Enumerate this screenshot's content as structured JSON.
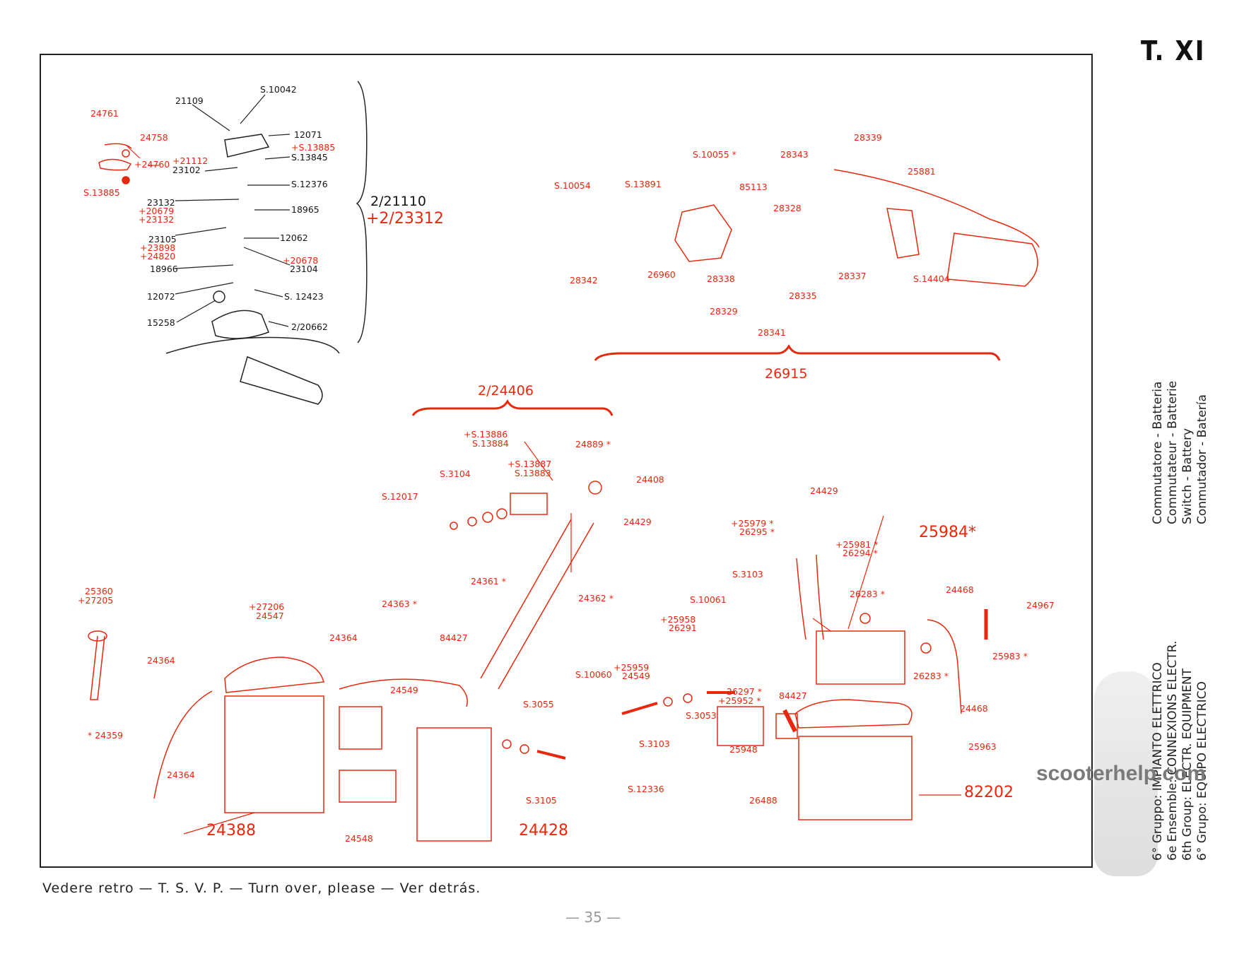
{
  "page_code": "T. XI",
  "footer": "Vedere retro — T. S. V. P. — Turn over, please — Ver detrás.",
  "page_number": "— 35 —",
  "watermark": "scooterhelp.com",
  "group_titles": [
    "6° Gruppo: IMPIANTO ELETTRICO",
    "6e Ensemble: CONNEXIONS ELECTR.",
    "6th Group: ELECTR. EQUIPMENT",
    "6° Grupo: EQUIPO ELECTRICO"
  ],
  "sub_titles": [
    "Commutatore - Batteria",
    "Commutateur - Batterie",
    "Switch - Battery",
    "Conmutador - Batería"
  ],
  "colors": {
    "red": "#e8280c",
    "black": "#151515"
  },
  "assemblies": {
    "switch_old_group": {
      "label": "2/21110",
      "alt": "+2/23312"
    },
    "switch_new_group": {
      "label": "26915"
    },
    "terminal_block_group": {
      "label": "2/24406"
    },
    "main_units": [
      "24388",
      "24428",
      "82202",
      "25984*"
    ]
  },
  "labels": {
    "a1": "21109",
    "a2": "S.10042",
    "a3": "12071",
    "a4": "+S.13885",
    "a5": "S.13845",
    "a6": "23102",
    "a7": "+21112",
    "a8": "S.12376",
    "a9": "23132",
    "a10": "+20679",
    "a11": "+23132",
    "a12": "18965",
    "a13": "23105",
    "a14": "+23898",
    "a15": "+24820",
    "a16": "12062",
    "a17": "+20678",
    "a18": "23104",
    "a19": "18966",
    "a20": "12072",
    "a21": "S. 12423",
    "a22": "15258",
    "a23": "2/20662",
    "r1": "24761",
    "r2": "24758",
    "r3": "+24760",
    "r4": "S.13885",
    "b1": "S.10054",
    "b2": "S.13891",
    "b3": "S.10055 *",
    "b4": "85113",
    "b5": "28343",
    "b6": "28339",
    "b7": "25881",
    "b8": "28328",
    "b9": "26960",
    "b10": "28342",
    "b11": "28338",
    "b12": "28335",
    "b13": "28337",
    "b14": "S.14404",
    "b15": "28329",
    "b16": "28341",
    "c1": "+S.13886",
    "c2": "S.13884",
    "c3": "+S.13887",
    "c4": "S.13883",
    "c5": "24889 *",
    "c6": "S.3104",
    "c7": "S.12017",
    "c8": "24408",
    "c9": "24429",
    "d1": "25360",
    "d2": "+27205",
    "d3": "+27206",
    "d4": "24547",
    "d5": "24364",
    "d6": "24363 *",
    "d7": "24364",
    "d8": "* 24359",
    "d9": "24364",
    "d10": "24549",
    "d11": "84427",
    "d12": "24361 *",
    "d13": "24362 *",
    "d14": "S.3055",
    "d15": "S.3105",
    "d16": "S.12336",
    "d17": "24548",
    "e1": "24429",
    "e2": "+25979 *",
    "e3": "26295 *",
    "e4": "+25981 *",
    "e5": "26294 *",
    "e6": "S.3103",
    "e7": "S.10061",
    "e8": "26283 *",
    "e9": "24468",
    "e10": "24967",
    "e11": "+25958",
    "e12": "26291",
    "e13": "+25959",
    "e14": "24549",
    "e15": "25983 *",
    "e16": "S.10060",
    "e17": "26283 *",
    "e18": "26297 *",
    "e19": "+25952 *",
    "e20": "84427",
    "e21": "S.3053",
    "e22": "S.3103",
    "e23": "24468",
    "e24": "25948",
    "e25": "25963",
    "e26": "26488"
  }
}
